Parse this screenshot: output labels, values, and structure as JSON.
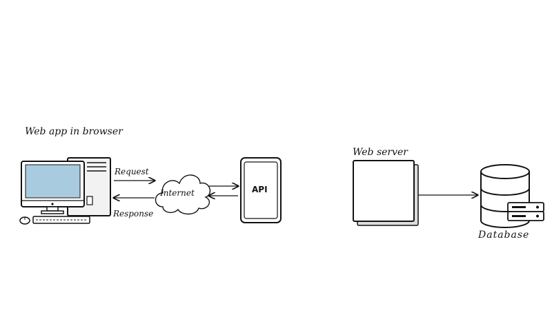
{
  "labels": {
    "browser": "Web app in browser",
    "request": "Request",
    "response": "Response",
    "internet": "Internet",
    "api": "API",
    "web_server": "Web server",
    "database": "Database"
  },
  "colors": {
    "stroke": "#111111",
    "screen": "#a9cbe0",
    "tower": "#f2f2f2",
    "db": "#ffffff",
    "panel": "#ffffff"
  },
  "icons": {
    "computer": "desktop-computer-icon",
    "cloud": "cloud-icon",
    "database": "database-icon"
  }
}
